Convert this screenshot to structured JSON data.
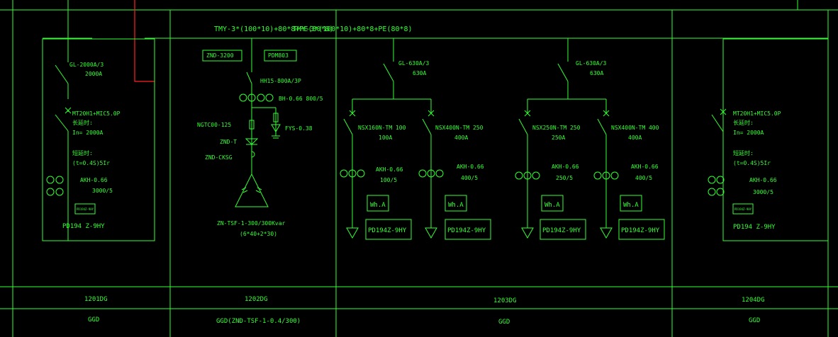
{
  "bus_label": "TMY-3*(100*10)+80*8+PE(80*8)",
  "bus_label_overlap": "TMY-3*(100*10)+80*8+PE(80*8)",
  "panels": [
    {
      "id": "1201DG",
      "type": "GGD",
      "main_switch": "GL-2000A/3",
      "main_rating": "2000A",
      "breaker": "MT20H1+MIC5.0P",
      "setting_label": "长延时:",
      "in_value": "In= 2000A",
      "delay_label": "短延时:",
      "delay_value": "(t=0.4S)5Ir",
      "ct": "AKH-0.66",
      "ct_ratio": "3000/5",
      "meter_box": "PD194Z-9HY",
      "meter": "PD194 Z-9HY"
    },
    {
      "id": "1202DG",
      "type": "GGD(ZND-TSF-1-0.4/300)",
      "box1": "ZND-3200",
      "box2": "PDM803",
      "switch": "HH15-800A/3P",
      "ct": "BH-0.66 800/5",
      "fuse": "NGTC00-125",
      "arrester": "FYS-0.38",
      "thyristor": "ZND-T",
      "reactor": "ZND-CKSG",
      "capacitor": "ZN-TSF-1-300/300Kvar",
      "capacitor_groups": "(6*40+2*30)"
    },
    {
      "id": "1203DG",
      "type": "GGD",
      "feeders": [
        {
          "switch": "GL-630A/3",
          "rating": "630A",
          "branches": [
            {
              "breaker": "NSX160N-TM 100",
              "rating": "100A",
              "ct": "AKH-0.66",
              "ratio": "100/5",
              "wh": "Wh.A",
              "meter": "PD194Z-9HY"
            },
            {
              "breaker": "NSX400N-TM 250",
              "rating": "400A",
              "ct": "AKH-0.66",
              "ratio": "400/5",
              "wh": "Wh.A",
              "meter": "PD194Z-9HY"
            }
          ]
        },
        {
          "switch": "GL-630A/3",
          "rating": "630A",
          "branches": [
            {
              "breaker": "NSX250N-TM 250",
              "rating": "250A",
              "ct": "AKH-0.66",
              "ratio": "250/5",
              "wh": "Wh.A",
              "meter": "PD194Z-9HY"
            },
            {
              "breaker": "NSX400N-TM 400",
              "rating": "400A",
              "ct": "AKH-0.66",
              "ratio": "400/5",
              "wh": "Wh.A",
              "meter": "PD194Z-9HY"
            }
          ]
        }
      ]
    },
    {
      "id": "1204DG",
      "type": "GGD",
      "breaker": "MT20H1+MIC5.0P",
      "setting_label": "长延时:",
      "in_value": "In= 2000A",
      "delay_label": "短延时:",
      "delay_value": "(t=0.4S)5Ir",
      "ct": "AKH-0.66",
      "ct_ratio": "3000/5",
      "meter_box": "PD194Z-9HY",
      "meter": "PD194 Z-9HY"
    }
  ],
  "colors": {
    "line": "#33ff33",
    "feeder": "#ff2020",
    "background": "#000000"
  }
}
